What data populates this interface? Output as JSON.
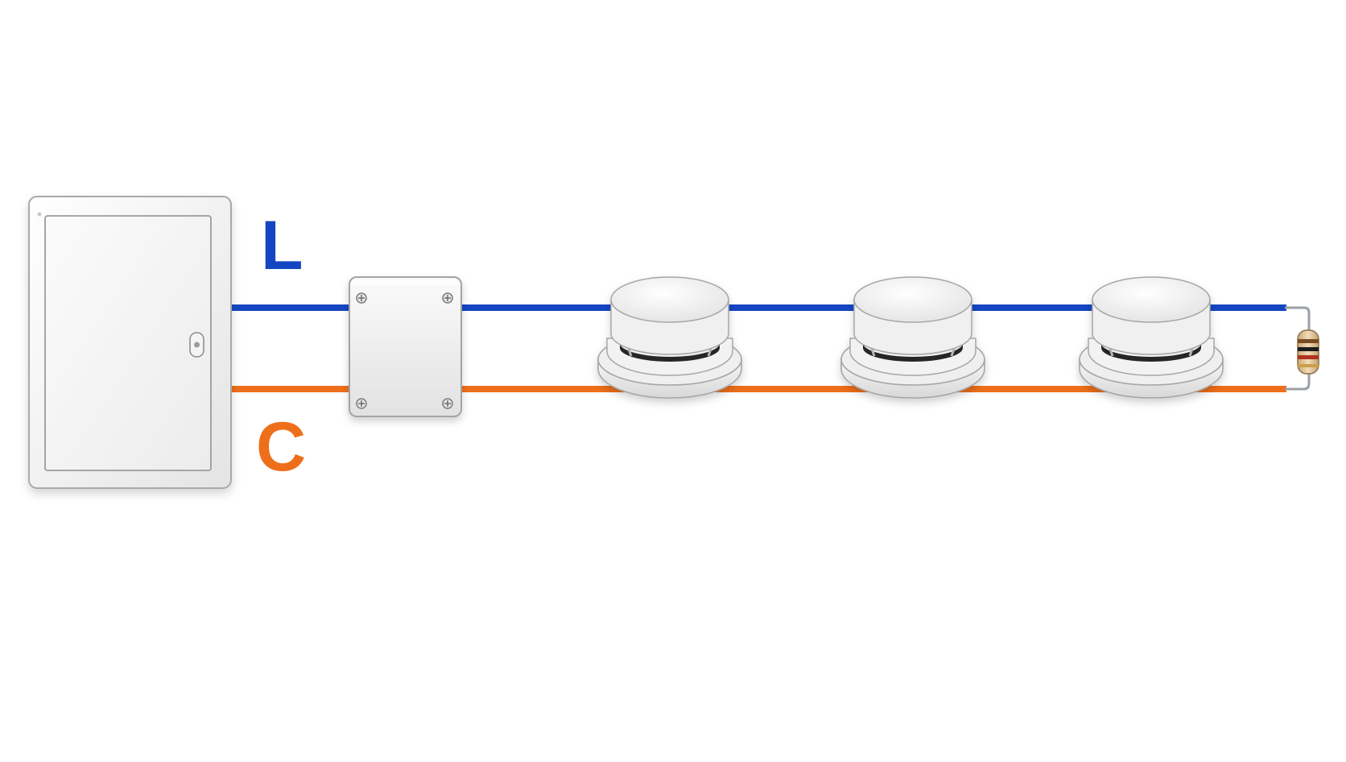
{
  "diagram": {
    "line_labels": {
      "line": "L",
      "common": "C"
    },
    "colors": {
      "background": "#ffffff",
      "line_wire": "#1546c2",
      "common_wire": "#ee6f1b",
      "device_white": "#f4f4f4",
      "device_edge": "#a9a9a9",
      "end_wire": "#9aa0a6"
    },
    "components": [
      {
        "kind": "control-panel",
        "icon": "control-panel-icon"
      },
      {
        "kind": "junction-box",
        "icon": "junction-box-icon"
      },
      {
        "kind": "smoke-detector",
        "icon": "smoke-detector-icon"
      },
      {
        "kind": "smoke-detector",
        "icon": "smoke-detector-icon"
      },
      {
        "kind": "smoke-detector",
        "icon": "smoke-detector-icon"
      },
      {
        "kind": "end-of-line-resistor",
        "icon": "resistor-icon"
      }
    ]
  }
}
